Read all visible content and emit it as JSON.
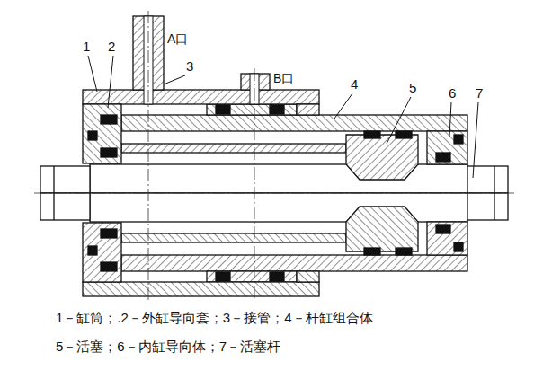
{
  "diagram": {
    "labels": [
      "A口",
      "B口",
      "1",
      "2",
      "3",
      "4",
      "5",
      "6",
      "7",
      "1－缸筒；.2－外缸导向套；3－接管；4－杆缸组合体",
      "5－活塞；6－内缸导向体；7－活塞杆"
    ]
  }
}
